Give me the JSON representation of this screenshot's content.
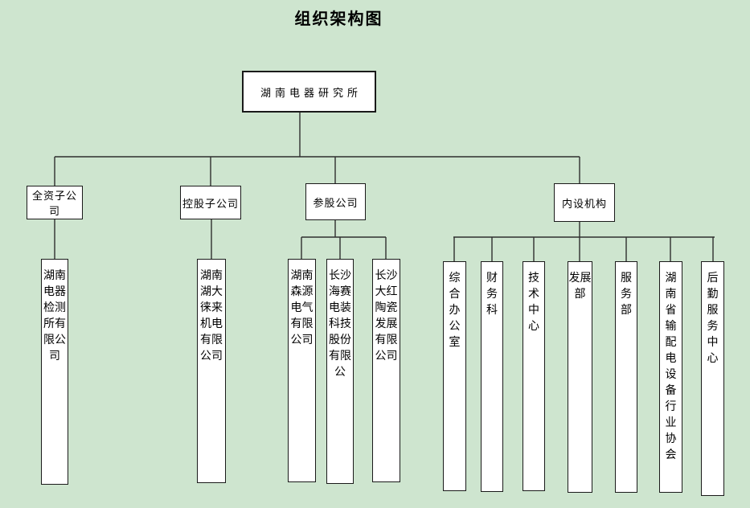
{
  "title": "组织架构图",
  "nodes": {
    "root": {
      "label": "湖南电器研究所"
    },
    "level2": [
      {
        "label": "全资子公司"
      },
      {
        "label": "控股子公司"
      },
      {
        "label": "参股公司"
      },
      {
        "label": "内设机构"
      }
    ],
    "wholly_owned_children": [
      {
        "label": "湖南电器检测所有限公司"
      }
    ],
    "holding_children": [
      {
        "label": "湖南湖大徕来机电有限公司"
      }
    ],
    "invested_children": [
      {
        "label": "湖南森源电气有限公司"
      },
      {
        "label": "长沙海赛电装科技股份有限公"
      },
      {
        "label": "长沙大红陶瓷发展有限公司"
      }
    ],
    "internal_children": [
      {
        "label": "综合办公室"
      },
      {
        "label": "财务科"
      },
      {
        "label": "技术中心"
      },
      {
        "label": "发展部"
      },
      {
        "label": "服务部"
      },
      {
        "label": "湖南省输配电设备行业协会"
      },
      {
        "label": "后勤服务中心"
      }
    ]
  },
  "colors": {
    "background": "#cee5cf",
    "box_fill": "#ffffff",
    "box_border": "#1a1a1a",
    "connector_line": "#2f2f2f",
    "text": "#000000"
  }
}
